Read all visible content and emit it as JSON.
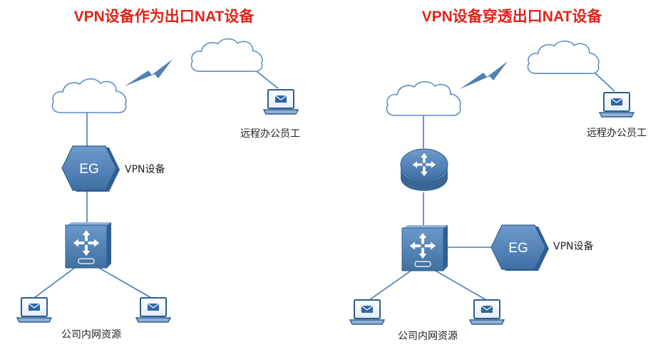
{
  "colors": {
    "title": "#e0241a",
    "device_blue": "#4f7fb5",
    "device_dark": "#3a6596",
    "link": "#4a7bb0",
    "cloud_stroke": "#5b8cc4"
  },
  "left_diagram": {
    "title": "VPN设备作为出口NAT设备",
    "remote_label": "远程办公员工",
    "vpn_label": "VPN设备",
    "eg_text": "EG",
    "lan_label": "公司内网资源"
  },
  "right_diagram": {
    "title": "VPN设备穿透出口NAT设备",
    "remote_label": "远程办公员工",
    "vpn_label": "VPN设备",
    "eg_text": "EG",
    "lan_label": "公司内网资源"
  },
  "icons": [
    "cloud-icon",
    "lightning-icon",
    "laptop-icon",
    "eg-gateway-icon",
    "switch-icon",
    "router-icon"
  ]
}
